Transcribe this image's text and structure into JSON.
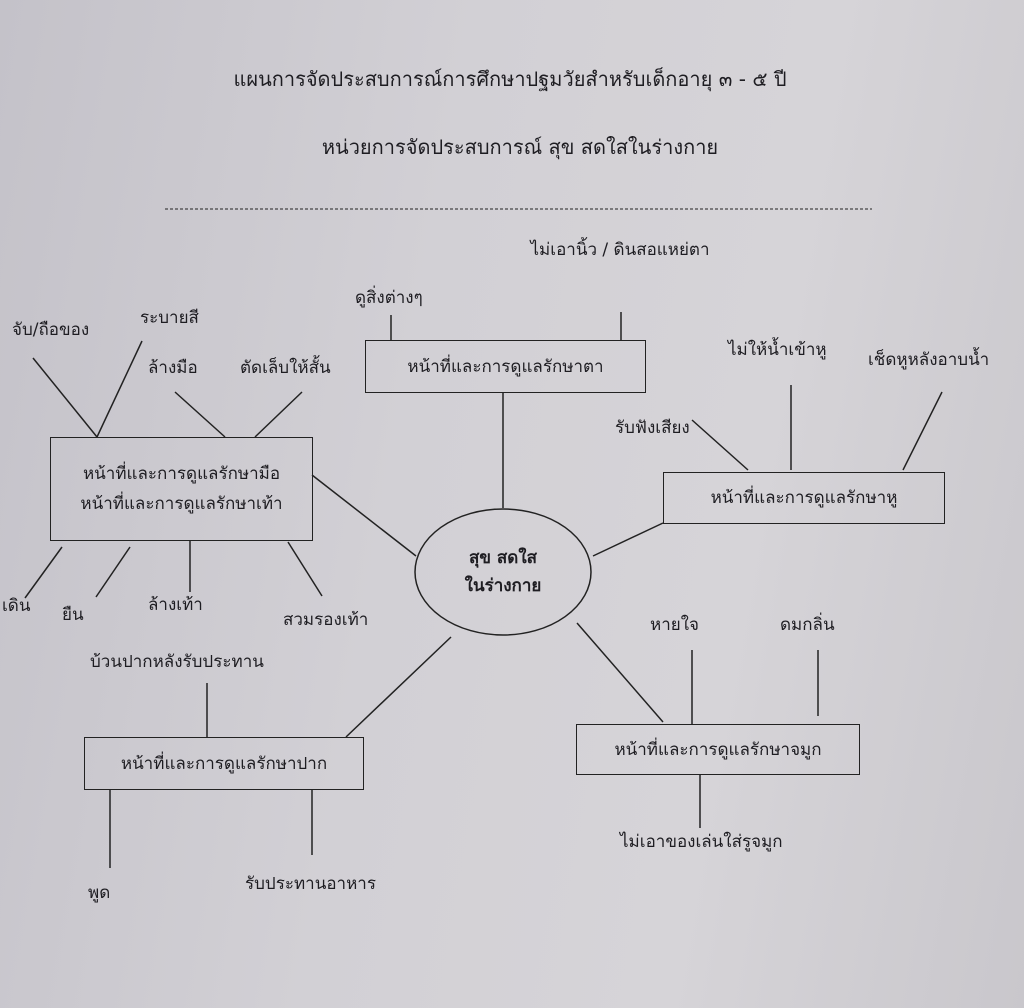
{
  "header": {
    "title": "แผนการจัดประสบการณ์การศึกษาปฐมวัยสำหรับเด็กอายุ ๓ - ๕ ปี",
    "subtitle": "หน่วยการจัดประสบการณ์ สุข สดใสในร่างกาย"
  },
  "center": {
    "line1": "สุข สดใส",
    "line2": "ในร่างกาย"
  },
  "eye": {
    "box": "หน้าที่และการดูแลรักษาตา",
    "items": [
      "ไม่เอานิ้ว / ดินสอแหย่ตา",
      "ดูสิ่งต่างๆ"
    ]
  },
  "hand_foot": {
    "box_line1": "หน้าที่และการดูแลรักษามือ",
    "box_line2": "หน้าที่และการดูแลรักษาเท้า",
    "top_items": [
      "จับ/ถือของ",
      "ระบายสี",
      "ล้างมือ",
      "ตัดเล็บให้สั้น"
    ],
    "bottom_items": [
      "เดิน",
      "ยืน",
      "ล้างเท้า",
      "สวมรองเท้า"
    ]
  },
  "ear": {
    "box": "หน้าที่และการดูแลรักษาหู",
    "items": [
      "ไม่ให้น้ำเข้าหู",
      "เช็ดหูหลังอาบน้ำ",
      "รับฟังเสียง"
    ]
  },
  "nose": {
    "box": "หน้าที่และการดูแลรักษาจมูก",
    "items": [
      "หายใจ",
      "ดมกลิ่น",
      "ไม่เอาของเล่นใส่รูจมูก"
    ]
  },
  "mouth": {
    "box": "หน้าที่และการดูแลรักษาปาก",
    "items": [
      "บ้วนปากหลังรับประทาน",
      "พูด",
      "รับประทานอาหาร"
    ]
  }
}
